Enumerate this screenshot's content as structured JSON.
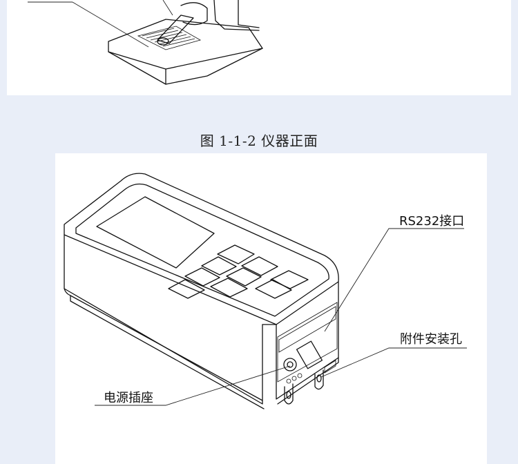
{
  "figure": {
    "caption": "图 1-1-2    仪器正面"
  },
  "callouts": {
    "rs232": "RS232接口",
    "accessory_hole": "附件安装孔",
    "power_socket": "电源插座"
  },
  "colors": {
    "page_background": "#e9eef8",
    "panel_background": "#ffffff",
    "line_art": "#111111"
  }
}
